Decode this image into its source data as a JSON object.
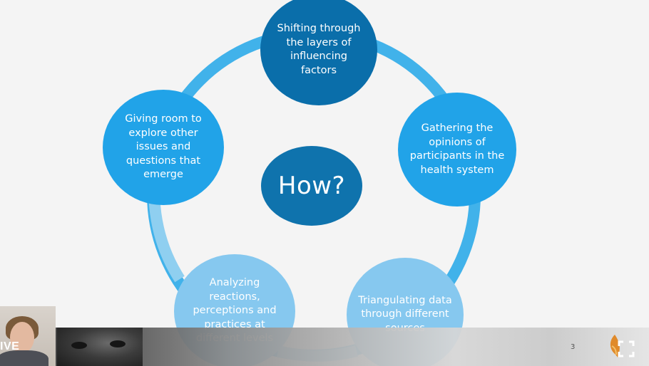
{
  "colors": {
    "ring": "#41b2ea",
    "ring_light": "#8fcff0",
    "node_dark": "#0a6eaa",
    "node_mid": "#21a3e8",
    "node_light": "#86c8ef",
    "center": "#0f73ad"
  },
  "diagram": {
    "center_label": "How?",
    "nodes": [
      {
        "label": "Shifting through the layers of influencing factors"
      },
      {
        "label": "Gathering the opinions of participants in the health system"
      },
      {
        "label": "Triangulating data through different sources"
      },
      {
        "label": "Analyzing reactions, perceptions and practices at different levels"
      },
      {
        "label": "Giving room to explore other issues and questions that emerge"
      }
    ]
  },
  "footer": {
    "page_number": "3"
  },
  "video": {
    "live_label": "IVE"
  },
  "icons": {
    "fullscreen": "fullscreen-icon",
    "logo": "organization-logo-icon"
  }
}
